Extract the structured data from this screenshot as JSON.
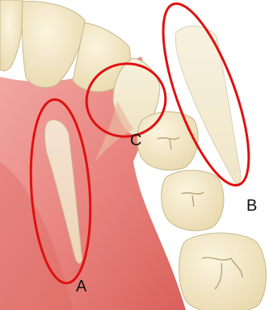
{
  "labels": {
    "a": "A",
    "b": "B",
    "c": "C"
  },
  "colors": {
    "gum": "#e98985",
    "gum_shadow": "#d8625e",
    "tooth": "#f2e7c6",
    "tooth_outline": "#c8b88c",
    "ghost_tooth": "#f6efd9",
    "highlight_ellipse": "#e01010",
    "background": "#ffffff"
  }
}
